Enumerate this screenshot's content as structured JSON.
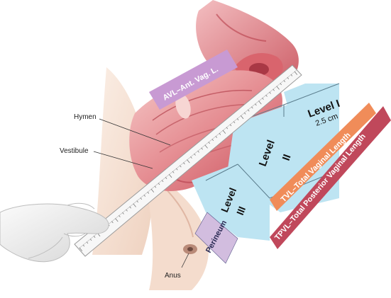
{
  "labels": {
    "hymen": "Hymen",
    "vestibule": "Vestibule",
    "anus": "Anus",
    "avl": "AVL–Ant. Vag. L.",
    "level1": "Level I",
    "level1_sub": "2.5 cm",
    "level2_word": "Level",
    "level2_num": "II",
    "level3_word": "Level",
    "level3_num": "III",
    "perineum": "Perineum",
    "tvl": "TVL–Total Vaginal Length",
    "tpvl": "TPVL–Total Posterior Vaginal Length"
  },
  "colors": {
    "tissue_light": "#f3c2c3",
    "tissue_mid": "#e48c92",
    "tissue_dark": "#c1454f",
    "skin": "#f7e3d6",
    "glove": "#eeeeee",
    "ruler": "#f7f7f7",
    "level_panel": "#bde4f2",
    "avl": "#c89ad3",
    "perineum": "#d2bddf",
    "tvl": "#f08c59",
    "tpvl": "#c0485b"
  }
}
